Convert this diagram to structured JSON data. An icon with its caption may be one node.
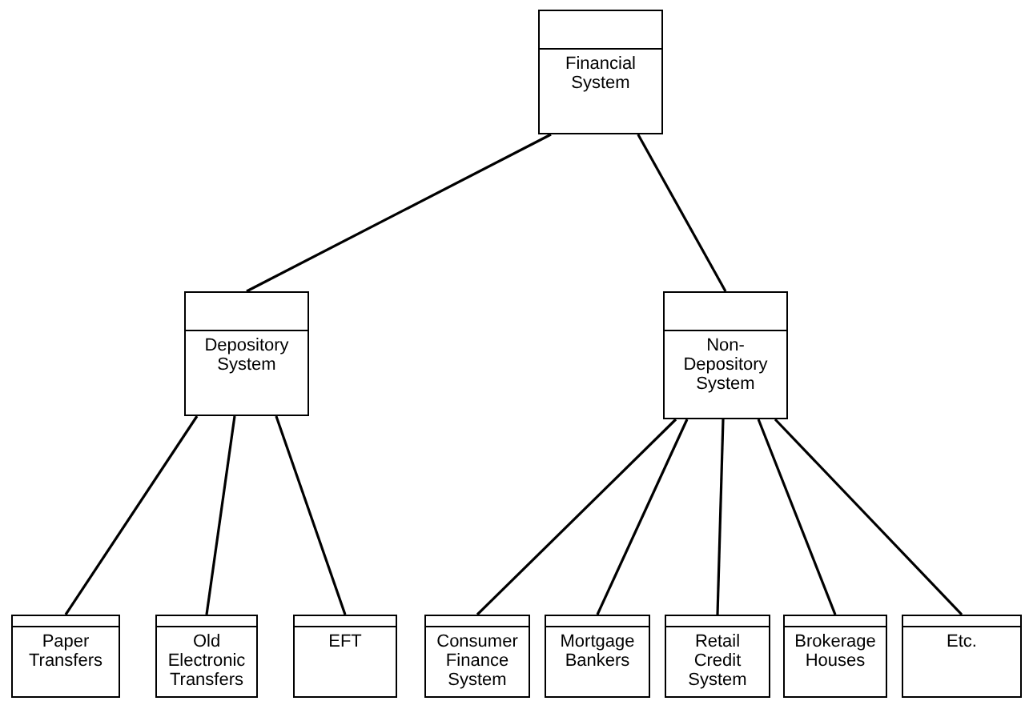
{
  "diagram": {
    "nodes": [
      {
        "text": [
          "Financial System"
        ]
      },
      {
        "text": [
          "Depository System"
        ]
      },
      {
        "text": [
          "Non-Depository System"
        ]
      },
      {
        "text": [
          "Paper Transfers"
        ]
      },
      {
        "text": [
          "Old Electronic Transfers"
        ]
      },
      {
        "text": [
          "EFT"
        ]
      },
      {
        "text": [
          "Consumer Finance System"
        ]
      },
      {
        "text": [
          "Mortgage Bankers"
        ]
      },
      {
        "text": [
          "Retail Credit System"
        ]
      },
      {
        "text": [
          "Brokerage Houses"
        ]
      },
      {
        "text": [
          "Etc."
        ]
      }
    ],
    "edges": [
      {
        "from": 0,
        "to": 1,
        "arrow": "none"
      },
      {
        "from": 0,
        "to": 2,
        "arrow": "none"
      },
      {
        "from": 1,
        "to": 3,
        "arrow": "none"
      },
      {
        "from": 1,
        "to": 4,
        "arrow": "none"
      },
      {
        "from": 1,
        "to": 5,
        "arrow": "none"
      },
      {
        "from": 2,
        "to": 6,
        "arrow": "none"
      },
      {
        "from": 2,
        "to": 7,
        "arrow": "none"
      },
      {
        "from": 2,
        "to": 8,
        "arrow": "none"
      },
      {
        "from": 2,
        "to": 9,
        "arrow": "none"
      },
      {
        "from": 2,
        "to": 10,
        "arrow": "none"
      }
    ]
  }
}
